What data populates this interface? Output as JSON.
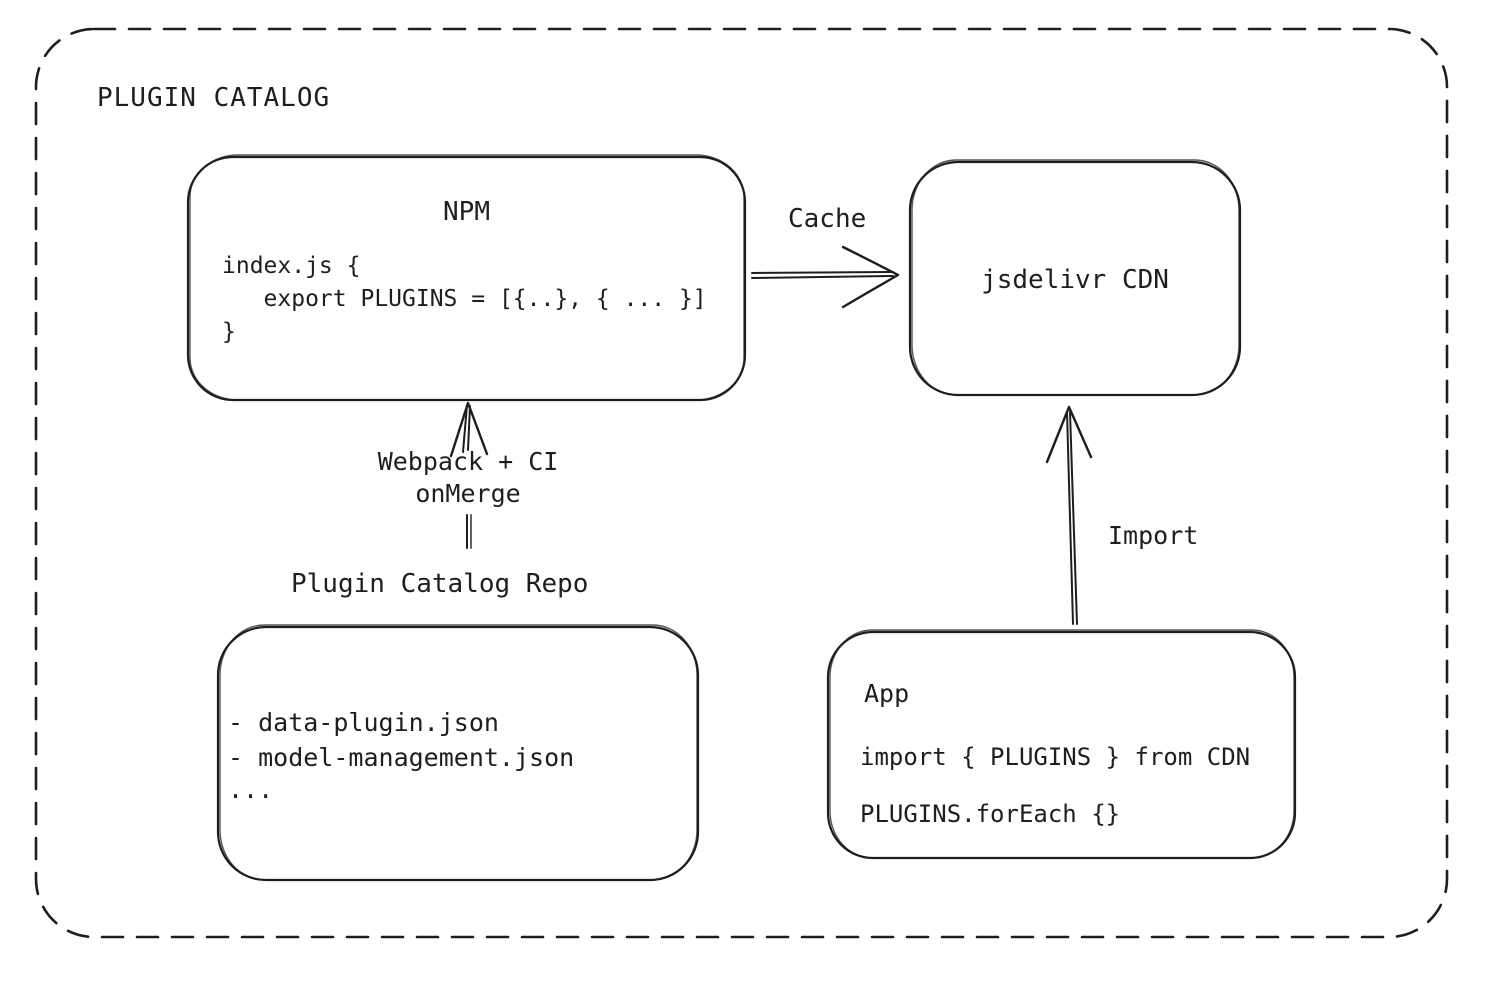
{
  "diagram": {
    "title": "PLUGIN CATALOG",
    "colors": {
      "stroke": "#1e1e1e",
      "background": "#ffffff"
    }
  },
  "npm": {
    "title": "NPM",
    "code": [
      "index.js {",
      "   export PLUGINS = [{..}, { ... }]",
      "}"
    ]
  },
  "cdn": {
    "title": "jsdelivr CDN"
  },
  "repo": {
    "title": "Plugin Catalog Repo",
    "files": [
      "- data-plugin.json",
      "- model-management.json",
      "..."
    ]
  },
  "app": {
    "title": "App",
    "code": [
      "import { PLUGINS } from CDN",
      "PLUGINS.forEach {}"
    ]
  },
  "arrows": {
    "cache_label": "Cache",
    "build_label_line1": "Webpack + CI",
    "build_label_line2": "onMerge",
    "import_label": "Import"
  }
}
